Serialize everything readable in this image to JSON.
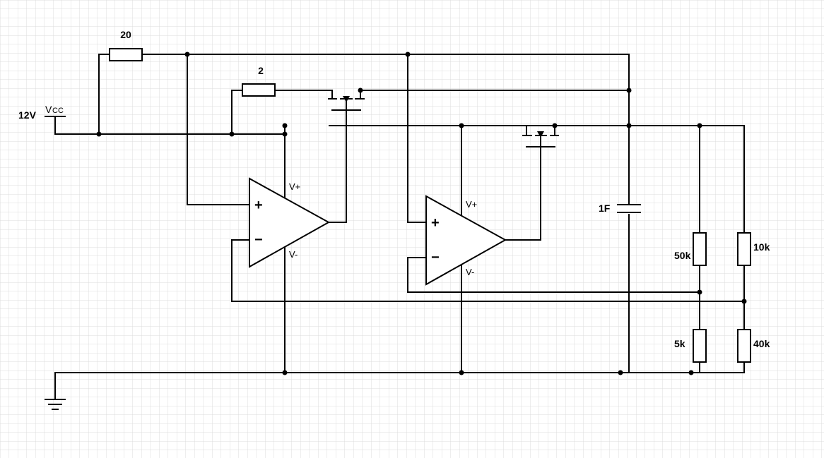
{
  "diagram": {
    "background": "#ffffff",
    "grid_color": "#dcdcdc",
    "wire_color": "#000000",
    "source": {
      "voltage_label": "12V",
      "name_main": "V",
      "name_sub": "CC"
    },
    "components": {
      "r_top": "20",
      "r_gate": "2",
      "capacitor": "1F",
      "r_50k": "50k",
      "r_10k": "10k",
      "r_5k": "5k",
      "r_40k": "40k"
    },
    "opamps": [
      {
        "plus": "+",
        "minus": "−",
        "vplus": "V+",
        "vminus": "V-"
      },
      {
        "plus": "+",
        "minus": "−",
        "vplus": "V+",
        "vminus": "V-"
      }
    ]
  }
}
